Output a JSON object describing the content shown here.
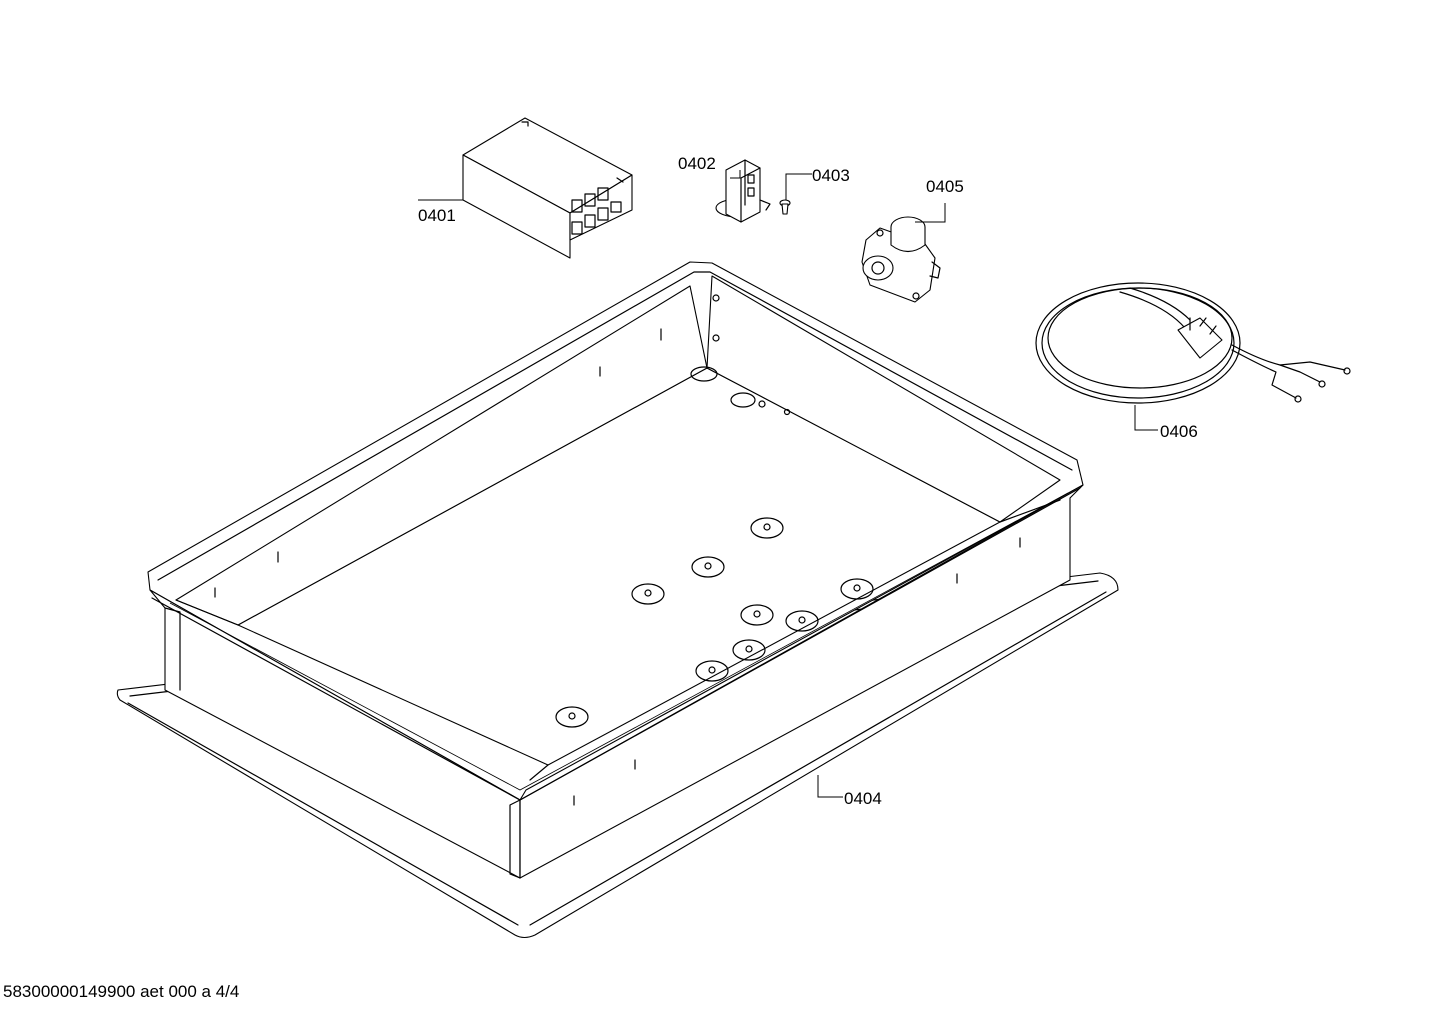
{
  "callouts": [
    {
      "id": "0401",
      "label": "0401"
    },
    {
      "id": "0402",
      "label": "0402"
    },
    {
      "id": "0403",
      "label": "0403"
    },
    {
      "id": "0404",
      "label": "0404"
    },
    {
      "id": "0405",
      "label": "0405"
    },
    {
      "id": "0406",
      "label": "0406"
    }
  ],
  "footer": "58300000149900 aet 000 a 4/4"
}
